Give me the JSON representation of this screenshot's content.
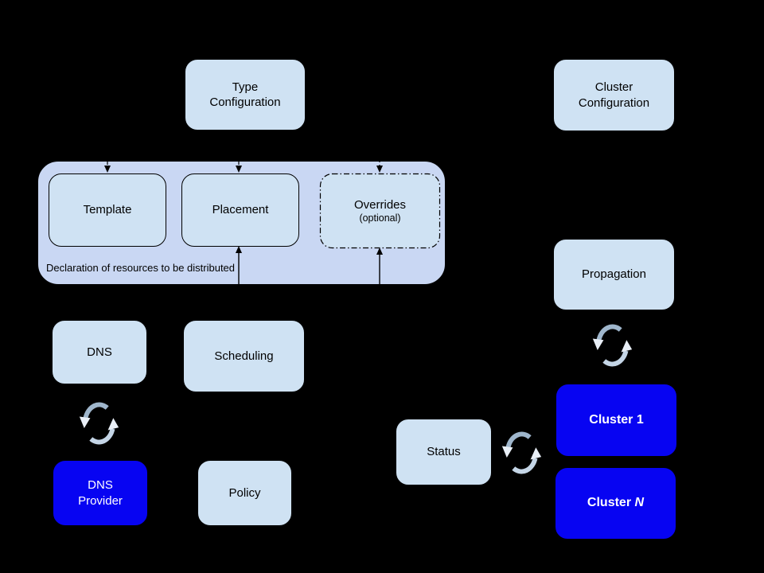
{
  "colors": {
    "canvas_bg": "#000000",
    "node_fill": "#cfe2f3",
    "container_fill": "#c9d7f3",
    "cluster_fill": "#0704f2",
    "node_text": "#000000",
    "cluster_text": "#ffffff",
    "sync_arc_dark": "#9fb6cc",
    "sync_arc_light": "#c4d5e6",
    "sync_head": "#e9eff7"
  },
  "nodes": {
    "type_configuration": {
      "label": "Type\nConfiguration"
    },
    "cluster_configuration": {
      "label": "Cluster\nConfiguration"
    },
    "template": {
      "label": "Template"
    },
    "placement": {
      "label": "Placement"
    },
    "overrides": {
      "label": "Overrides",
      "sublabel": "(optional)"
    },
    "dns": {
      "label": "DNS"
    },
    "scheduling": {
      "label": "Scheduling"
    },
    "propagation": {
      "label": "Propagation"
    },
    "dns_provider": {
      "label": "DNS\nProvider"
    },
    "policy": {
      "label": "Policy"
    },
    "status": {
      "label": "Status"
    },
    "cluster_1": {
      "label": "Cluster 1"
    },
    "cluster_n": {
      "label_prefix": "Cluster ",
      "label_suffix": "N"
    }
  },
  "container": {
    "caption": "Declaration of resources to be distributed"
  }
}
